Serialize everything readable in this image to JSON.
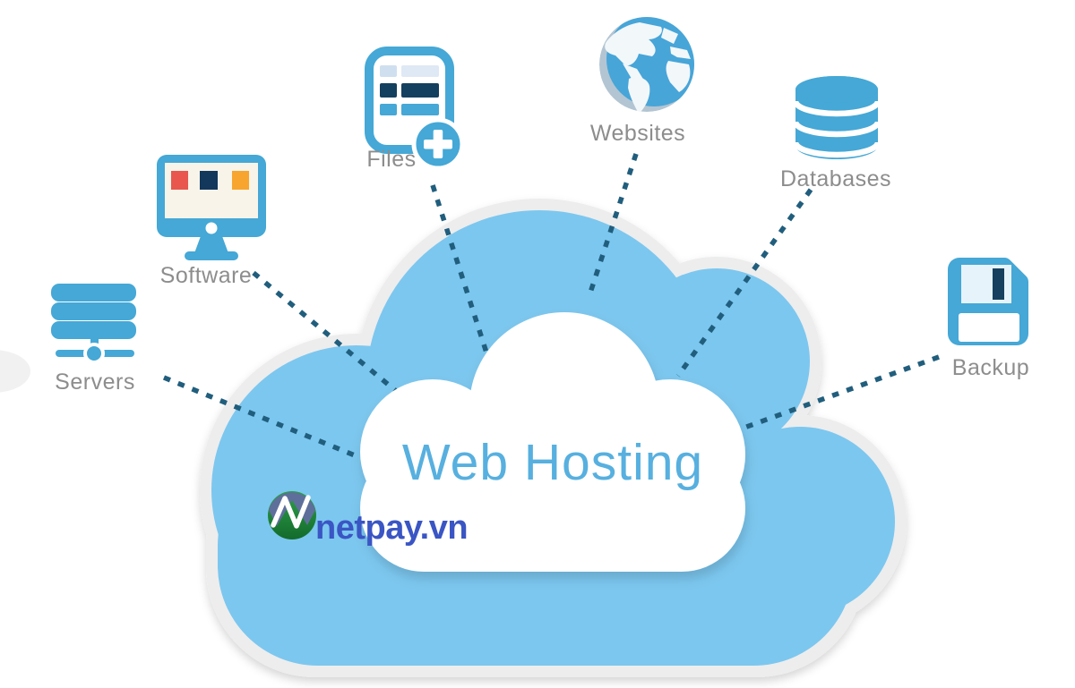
{
  "figure": {
    "type": "cloud-hosting-diagram",
    "title": "Web Hosting"
  },
  "brand": {
    "name": "netpay.vn",
    "logo": "netpay-logo"
  },
  "nodes": {
    "servers": {
      "label": "Servers",
      "icon": "server-stack-icon"
    },
    "software": {
      "label": "Software",
      "icon": "monitor-icon"
    },
    "files": {
      "label": "Files",
      "icon": "document-add-icon"
    },
    "websites": {
      "label": "Websites",
      "icon": "globe-icon"
    },
    "databases": {
      "label": "Databases",
      "icon": "database-icon"
    },
    "backup": {
      "label": "Backup",
      "icon": "floppy-disk-icon"
    }
  },
  "colors": {
    "cloud_blue": "#7cc7ef",
    "cloud_outline_gray": "#ededed",
    "inner_cloud_white": "#ffffff",
    "icon_blue": "#45a8d6",
    "navy": "#16405d",
    "screen_cream": "#f8f4e9",
    "accent_red": "#e8564d",
    "accent_orange": "#f7a52f",
    "connector_teal": "#215e7d",
    "label_gray": "#8d8d8d",
    "title_blue": "#57b0df",
    "brand_blue": "#3a55c4",
    "logo_green": "#1f8c3c",
    "logo_slate": "#5f6f9b"
  }
}
